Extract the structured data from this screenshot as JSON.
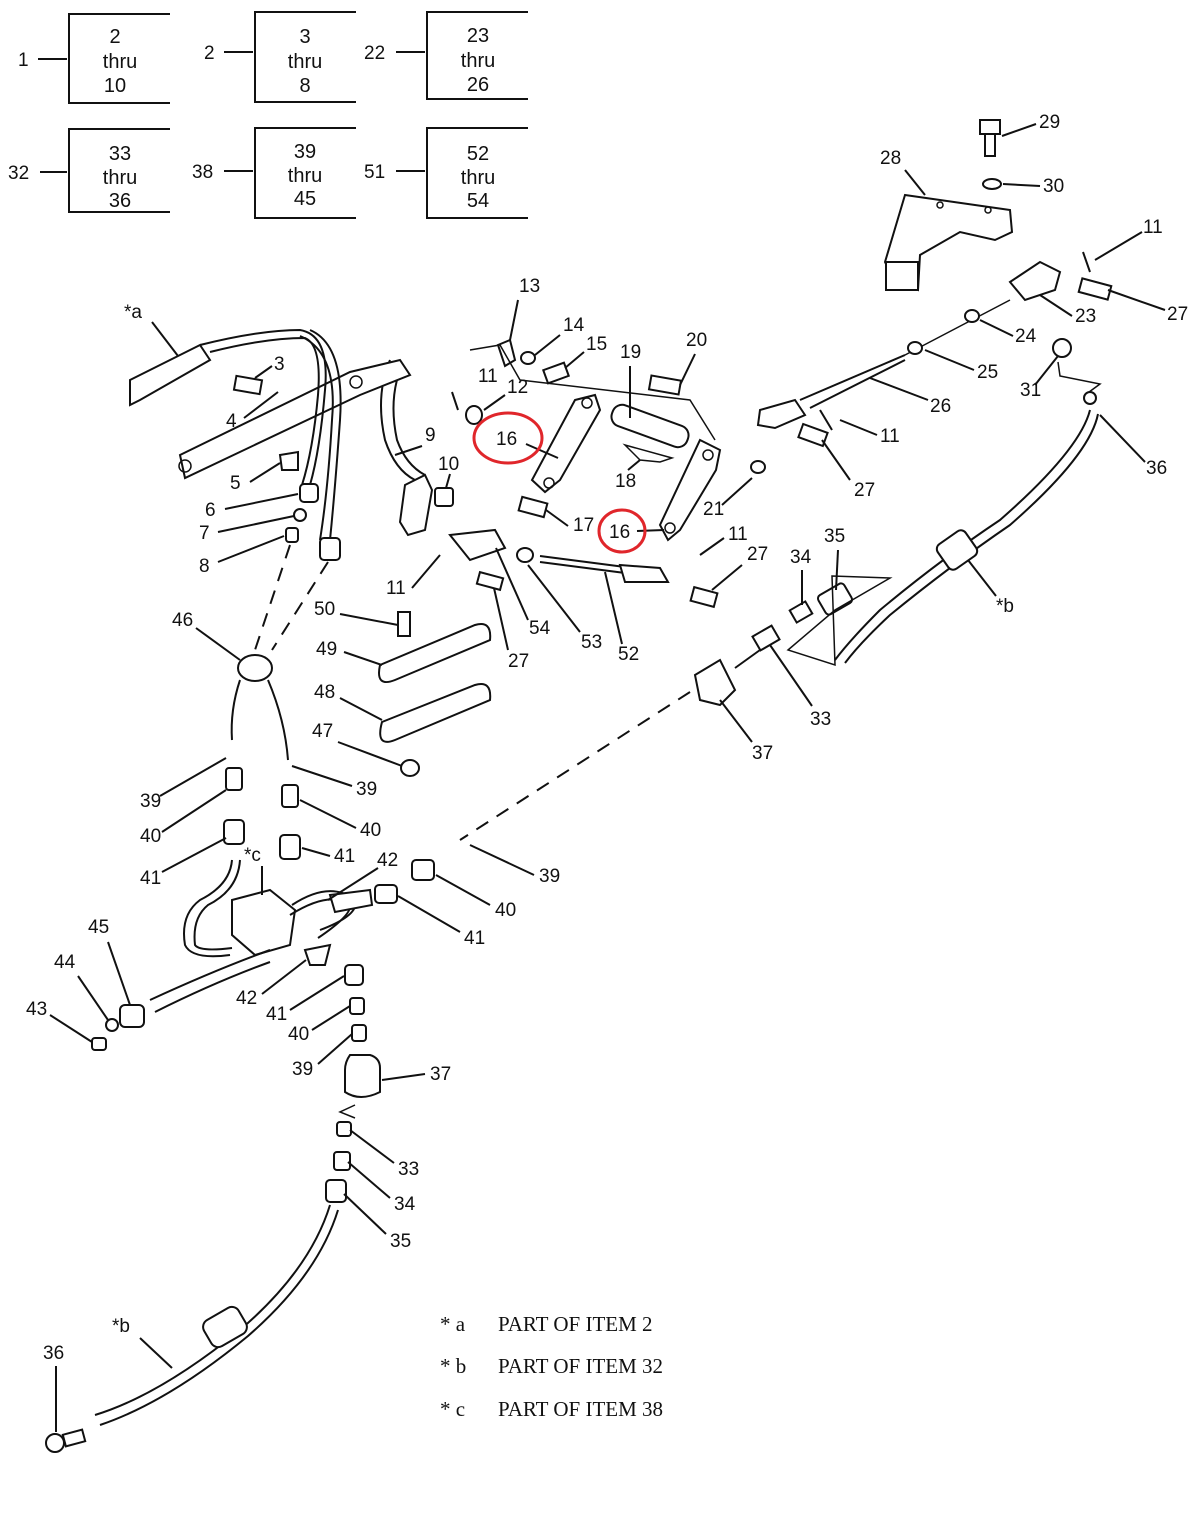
{
  "groups": [
    {
      "item": "1",
      "text": [
        "2",
        "thru",
        "10"
      ]
    },
    {
      "item": "2",
      "text": [
        "3",
        "thru",
        "8"
      ]
    },
    {
      "item": "22",
      "text": [
        "23",
        "thru",
        "26"
      ]
    },
    {
      "item": "32",
      "text": [
        "33",
        "thru",
        "36"
      ]
    },
    {
      "item": "38",
      "text": [
        "39",
        "thru",
        "45"
      ]
    },
    {
      "item": "51",
      "text": [
        "52",
        "thru",
        "54"
      ]
    }
  ],
  "callouts": [
    "*a",
    "3",
    "4",
    "5",
    "6",
    "7",
    "8",
    "9",
    "10",
    "11",
    "12",
    "13",
    "14",
    "15",
    "16",
    "17",
    "18",
    "19",
    "20",
    "21",
    "16",
    "11",
    "27",
    "28",
    "29",
    "30",
    "11",
    "23",
    "27",
    "24",
    "25",
    "31",
    "26",
    "11",
    "27",
    "36",
    "11",
    "54",
    "53",
    "27",
    "52",
    "35",
    "34",
    "*b",
    "33",
    "37",
    "50",
    "49",
    "48",
    "47",
    "46",
    "39",
    "40",
    "41",
    "*c",
    "39",
    "40",
    "41",
    "42",
    "39",
    "40",
    "41",
    "45",
    "44",
    "43",
    "42",
    "41",
    "40",
    "39",
    "37",
    "33",
    "34",
    "35",
    "*b",
    "36"
  ],
  "highlighted_item": "16",
  "legend": [
    {
      "key": "* a",
      "text": "PART OF ITEM 2"
    },
    {
      "key": "* b",
      "text": "PART OF ITEM 32"
    },
    {
      "key": "* c",
      "text": "PART OF ITEM 38"
    }
  ]
}
